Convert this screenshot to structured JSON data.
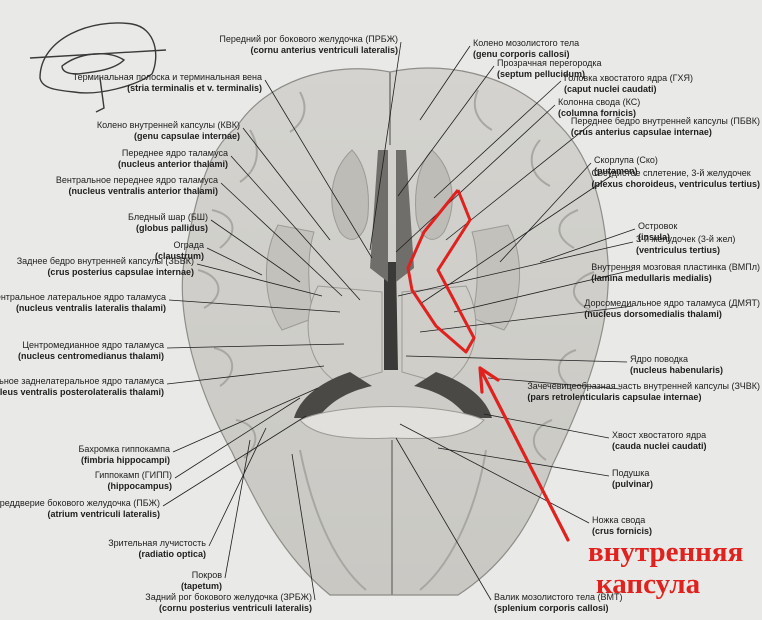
{
  "labels_left": [
    {
      "ru": "Передний рог бокового желудочка (ПРБЖ)",
      "la": "(cornu anterius ventriculi lateralis)"
    },
    {
      "ru": "Терминальная полоска и терминальная вена",
      "la": "(stria terminalis et v. terminalis)"
    },
    {
      "ru": "Колено внутренней капсулы (КВК)",
      "la": "(genu capsulae internae)"
    },
    {
      "ru": "Переднее ядро таламуса",
      "la": "(nucleus anterior thalami)"
    },
    {
      "ru": "Вентральное переднее ядро таламуса",
      "la": "(nucleus ventralis anterior thalami)"
    },
    {
      "ru": "Бледный шар (БШ)",
      "la": "(globus pallidus)"
    },
    {
      "ru": "Ограда",
      "la": "(claustrum)"
    },
    {
      "ru": "Заднее бедро внутренней капсулы (ЗБВК)",
      "la": "(crus posterius capsulae internae)"
    },
    {
      "ru": "Вентральное латеральное ядро таламуса",
      "la": "(nucleus ventralis lateralis thalami)"
    },
    {
      "ru": "Центромедианное ядро таламуса",
      "la": "(nucleus centromedianus thalami)"
    },
    {
      "ru": "Вентральное заднелатеральное ядро таламуса",
      "la": "(nucleus ventralis posterolateralis thalami)"
    },
    {
      "ru": "Бахромка гиппокампа",
      "la": "(fimbria hippocampi)"
    },
    {
      "ru": "Гиппокамп (ГИПП)",
      "la": "(hippocampus)"
    },
    {
      "ru": "Преддверие бокового желудочка (ПБЖ)",
      "la": "(atrium ventriculi lateralis)"
    },
    {
      "ru": "Зрительная лучистость",
      "la": "(radiatio optica)"
    },
    {
      "ru": "Покров",
      "la": "(tapetum)"
    },
    {
      "ru": "Задний рог бокового желудочка (ЗРБЖ)",
      "la": "(cornu posterius ventriculi lateralis)"
    }
  ],
  "labels_right": [
    {
      "ru": "Колено мозолистого тела",
      "la": "(genu corporis callosi)"
    },
    {
      "ru": "Прозрачная перегородка",
      "la": "(septum pellucidum)"
    },
    {
      "ru": "Головка хвостатого ядра (ГХЯ)",
      "la": "(caput nuclei caudati)"
    },
    {
      "ru": "Колонна свода (КС)",
      "la": "(columna fornicis)"
    },
    {
      "ru": "Переднее бедро внутренней капсулы (ПБВК)",
      "la": "(crus anterius capsulae internae)"
    },
    {
      "ru": "Скорлупа (Ско)",
      "la": "(putamen)"
    },
    {
      "ru": "Сосудистое сплетение, 3-й желудочек",
      "la": "(plexus choroideus, ventriculus tertius)"
    },
    {
      "ru": "Островок",
      "la": "(insula)"
    },
    {
      "ru": "3-й желудочек (3-й жел)",
      "la": "(ventriculus tertius)"
    },
    {
      "ru": "Внутренняя мозговая пластинка (ВМПл)",
      "la": "(lamina medullaris medialis)"
    },
    {
      "ru": "Дорсомедиальное ядро таламуса (ДМЯТ)",
      "la": "(nucleus dorsomedialis thalami)"
    },
    {
      "ru": "Ядро поводка",
      "la": "(nucleus habenularis)"
    },
    {
      "ru": "Зачечевицеобразная часть внутренней капсулы (ЗЧВК)",
      "la": "(pars retrolenticularis capsulae internae)"
    },
    {
      "ru": "Хвост хвостатого ядра",
      "la": "(cauda nuclei caudati)"
    },
    {
      "ru": "Подушка",
      "la": "(pulvinar)"
    },
    {
      "ru": "Ножка свода",
      "la": "(crus fornicis)"
    },
    {
      "ru": "Валик мозолистого тела (ВМТ)",
      "la": "(splenium corporis callosi)"
    }
  ],
  "annotation": {
    "line1": "внутренняя",
    "line2": "капсула"
  }
}
